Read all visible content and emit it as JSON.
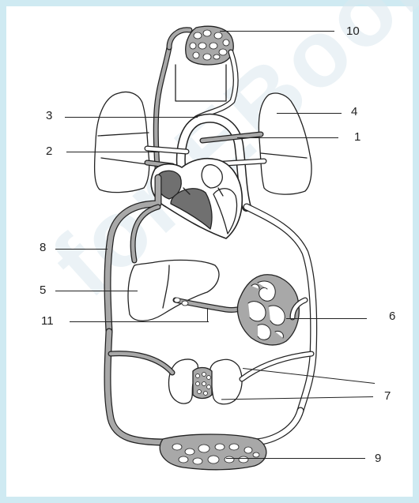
{
  "diagram": {
    "labels": {
      "l1": "1",
      "l2": "2",
      "l3": "3",
      "l4": "4",
      "l5": "5",
      "l6": "6",
      "l7": "7",
      "l8": "8",
      "l9": "9",
      "l10": "10",
      "l11": "11"
    },
    "colors": {
      "frame": "#cfeaf2",
      "tissue_grey": "#a8a8a8",
      "dark_grey": "#707070",
      "outline": "#222222"
    }
  }
}
